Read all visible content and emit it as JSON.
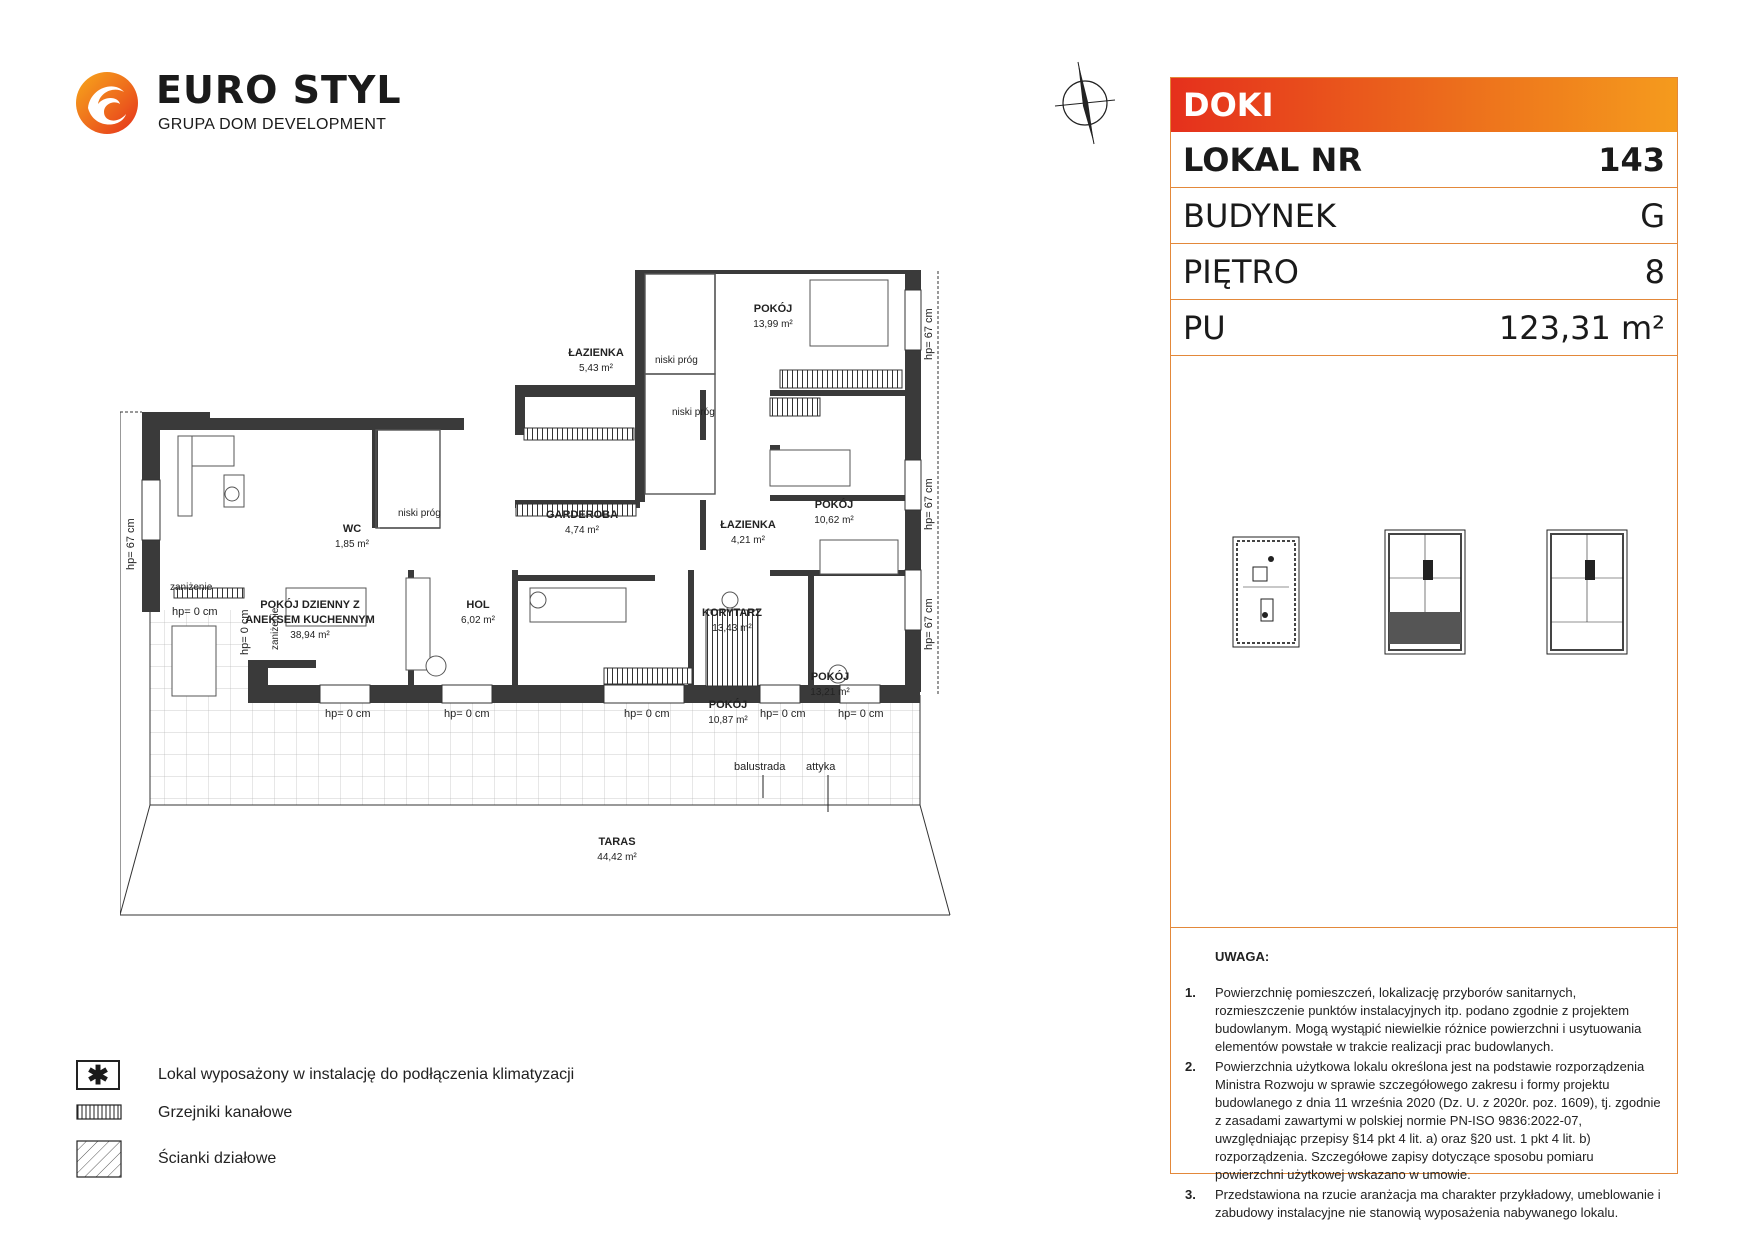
{
  "brand": {
    "name": "EURO STYL",
    "subtitle": "GRUPA DOM DEVELOPMENT",
    "colors": {
      "red": "#e5301c",
      "orange": "#f08a1c",
      "yellow": "#f7a81b"
    }
  },
  "info_panel": {
    "investment": "DOKI",
    "rows": [
      {
        "label": "LOKAL NR",
        "value": "143"
      },
      {
        "label": "BUDYNEK",
        "value": "G"
      },
      {
        "label": "PIĘTRO",
        "value": "8"
      },
      {
        "label": "PU",
        "value": "123,31 m²"
      }
    ],
    "notes_title": "UWAGA:",
    "notes": [
      {
        "num": "1.",
        "text": "Powierzchnię pomieszczeń, lokalizację przyborów sanitarnych, rozmieszczenie punktów instalacyjnych itp. podano zgodnie z projektem budowlanym. Mogą wystąpić niewielkie różnice powierzchni i usytuowania elementów powstałe w trakcie realizacji prac budowlanych."
      },
      {
        "num": "2.",
        "text": "Powierzchnia użytkowa lokalu określona jest na podstawie rozporządzenia Ministra Rozwoju w sprawie szczegółowego zakresu i formy projektu budowlanego z dnia 11 września 2020 (Dz. U. z 2020r. poz. 1609), tj. zgodnie z zasadami zawartymi w polskiej normie PN-ISO 9836:2022-07, uwzględniając przepisy §14 pkt 4 lit. a) oraz §20 ust. 1 pkt 4 lit. b) rozporządzenia. Szczegółowe zapisy dotyczące sposobu pomiaru powierzchni użytkowej wskazano w umowie."
      },
      {
        "num": "3.",
        "text": "Przedstawiona na rzucie aranżacja ma charakter przykładowy, umeblowanie i zabudowy instalacyjne nie stanowią wyposażenia nabywanego lokalu."
      }
    ]
  },
  "rooms": [
    {
      "name": "POKÓJ",
      "area": "13,99 m²"
    },
    {
      "name": "ŁAZIENKA",
      "area": "5,43 m²"
    },
    {
      "name": "WC",
      "area": "1,85 m²"
    },
    {
      "name": "GARDEROBA",
      "area": "4,74 m²"
    },
    {
      "name": "ŁAZIENKA",
      "area": "4,21 m²"
    },
    {
      "name": "POKÓJ",
      "area": "10,62 m²"
    },
    {
      "name": "POKÓJ DZIENNY Z",
      "name2": "ANEKSEM KUCHENNYM",
      "area": "38,94 m²"
    },
    {
      "name": "HOL",
      "area": "6,02 m²"
    },
    {
      "name": "KORYTARZ",
      "area": "13,43 m²"
    },
    {
      "name": "POKÓJ",
      "area": "13,21 m²"
    },
    {
      "name": "POKÓJ",
      "area": "10,87 m²"
    },
    {
      "name": "TARAS",
      "area": "44,42 m²"
    }
  ],
  "plan_labels": {
    "hp67": "hp= 67 cm",
    "hp0": "hp= 0 cm",
    "niski_prog": "niski próg",
    "zanizenie": "zaniżenie",
    "balustrada": "balustrada",
    "attyka": "attyka"
  },
  "legend": [
    {
      "icon": "asterisk-icon",
      "label": "Lokal wyposażony w instalację do podłączenia klimatyzacji"
    },
    {
      "icon": "radiator-icon",
      "label": "Grzejniki kanałowe"
    },
    {
      "icon": "hatch-icon",
      "label": "Ścianki działowe"
    }
  ]
}
